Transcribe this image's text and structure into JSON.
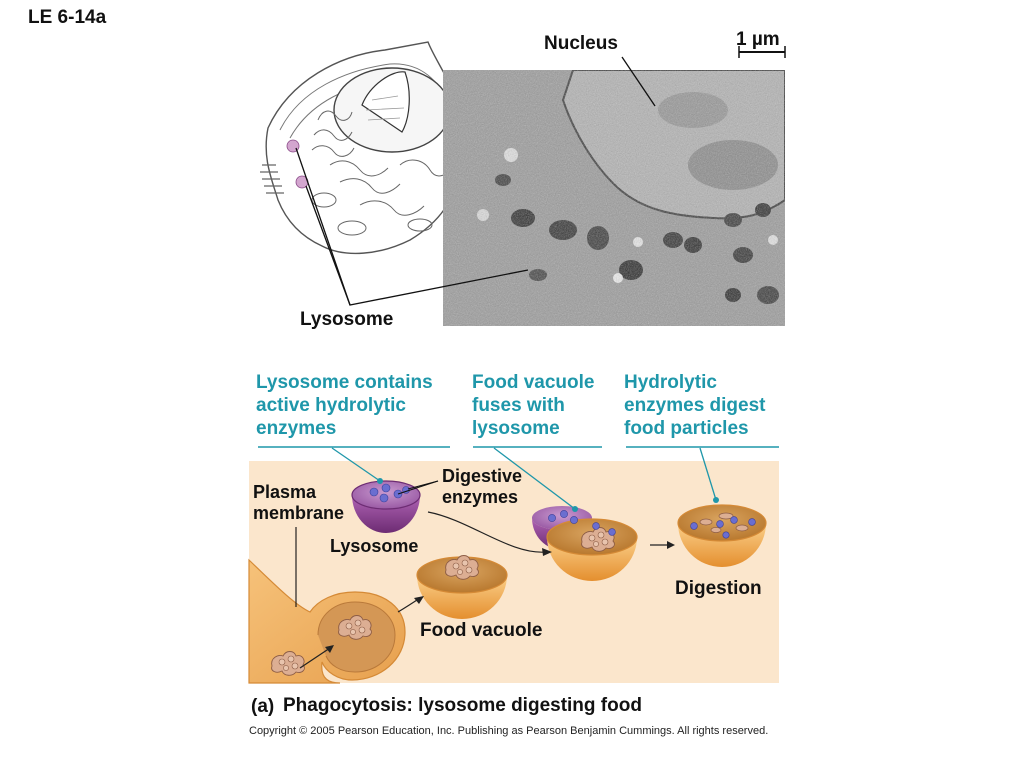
{
  "slide_id": "LE 6-14a",
  "micrograph": {
    "nucleus_label": "Nucleus",
    "lysosome_label": "Lysosome",
    "scale_bar_label": "1 µm"
  },
  "steps": [
    {
      "text": [
        "Lysosome contains",
        "active hydrolytic",
        "enzymes"
      ]
    },
    {
      "text": [
        "Food vacuole",
        "fuses with",
        "lysosome"
      ]
    },
    {
      "text": [
        "Hydrolytic",
        "enzymes digest",
        "food particles"
      ]
    }
  ],
  "panel_labels": {
    "plasma_membrane": [
      "Plasma",
      "membrane"
    ],
    "digestive_enzymes": [
      "Digestive",
      "enzymes"
    ],
    "lysosome": "Lysosome",
    "food_vacuole": "Food vacuole",
    "digestion": "Digestion"
  },
  "caption": {
    "letter": "(a)",
    "text": "Phagocytosis: lysosome digesting food"
  },
  "copyright": "Copyright © 2005 Pearson Education, Inc. Publishing as Pearson Benjamin Cummings. All rights reserved.",
  "colors": {
    "teal_text": "#1f97aa",
    "panel_bg": "#fbe6cc",
    "vacuole_orange": "#f0a54a",
    "lysosome_purple": "#8b3f8c",
    "enzyme_blue": "#6a6ed0",
    "food_tan": "#d9a98c"
  }
}
